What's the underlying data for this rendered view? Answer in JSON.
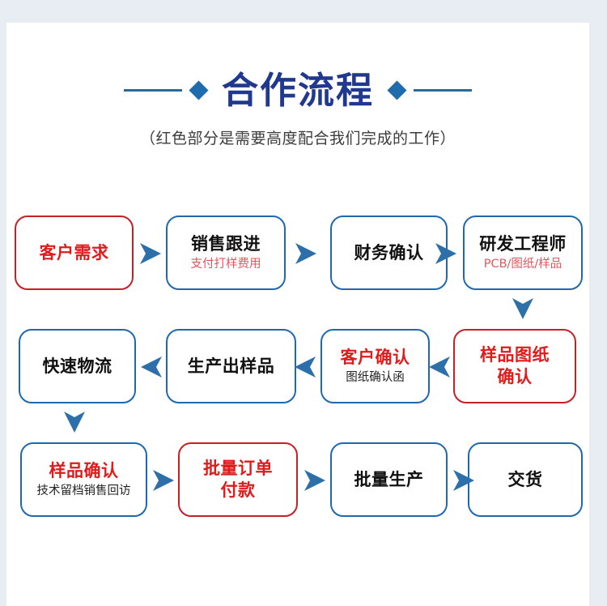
{
  "theme": {
    "page_background": "#e8ecf3",
    "card_background": "#ffffff",
    "title_color": "#20398f",
    "accent_blue": "#2068ad",
    "accent_red": "#c42026",
    "text_red": "#e01b1b",
    "arrow_blue": "#2d6fa8"
  },
  "header": {
    "title": "合作流程",
    "subtitle": "（红色部分是需要高度配合我们完成的工作）",
    "left_diamond": "diamond-ornament",
    "right_diamond": "diamond-ornament"
  },
  "flow": {
    "rows": [
      {
        "direction": "left-to-right",
        "nodes": [
          {
            "main": "客户需求",
            "sub": "",
            "border": "red",
            "main_color": "red",
            "sub_color": ""
          },
          {
            "main": "销售跟进",
            "sub": "支付打样费用",
            "border": "blue",
            "main_color": "black",
            "sub_color": "red"
          },
          {
            "main": "财务确认",
            "sub": "",
            "border": "blue",
            "main_color": "black",
            "sub_color": ""
          },
          {
            "main": "研发工程师",
            "sub": "PCB/图纸/样品",
            "border": "blue",
            "main_color": "black",
            "sub_color": "red"
          }
        ]
      },
      {
        "direction": "right-to-left",
        "nodes": [
          {
            "main": "快速物流",
            "sub": "",
            "border": "blue",
            "main_color": "black",
            "sub_color": ""
          },
          {
            "main": "生产出样品",
            "sub": "",
            "border": "blue",
            "main_color": "black",
            "sub_color": ""
          },
          {
            "main": "客户确认",
            "sub": "图纸确认函",
            "border": "blue",
            "main_color": "red",
            "sub_color": "black"
          },
          {
            "main": "样品图纸\n确认",
            "sub": "",
            "border": "red",
            "main_color": "red",
            "sub_color": ""
          }
        ]
      },
      {
        "direction": "left-to-right",
        "nodes": [
          {
            "main": "样品确认",
            "sub": "技术留档销售回访",
            "border": "blue",
            "main_color": "red",
            "sub_color": "black"
          },
          {
            "main": "批量订单\n付款",
            "sub": "",
            "border": "red",
            "main_color": "red",
            "sub_color": ""
          },
          {
            "main": "批量生产",
            "sub": "",
            "border": "blue",
            "main_color": "black",
            "sub_color": ""
          },
          {
            "main": "交货",
            "sub": "",
            "border": "blue",
            "main_color": "black",
            "sub_color": ""
          }
        ]
      }
    ],
    "connectors": {
      "row1": [
        "arrow-right",
        "arrow-right",
        "arrow-right"
      ],
      "row1_to_row2": "arrow-down",
      "row2": [
        "arrow-left",
        "arrow-left",
        "arrow-left"
      ],
      "row2_to_row3": "arrow-down",
      "row3": [
        "arrow-right",
        "arrow-right",
        "arrow-right"
      ]
    }
  }
}
